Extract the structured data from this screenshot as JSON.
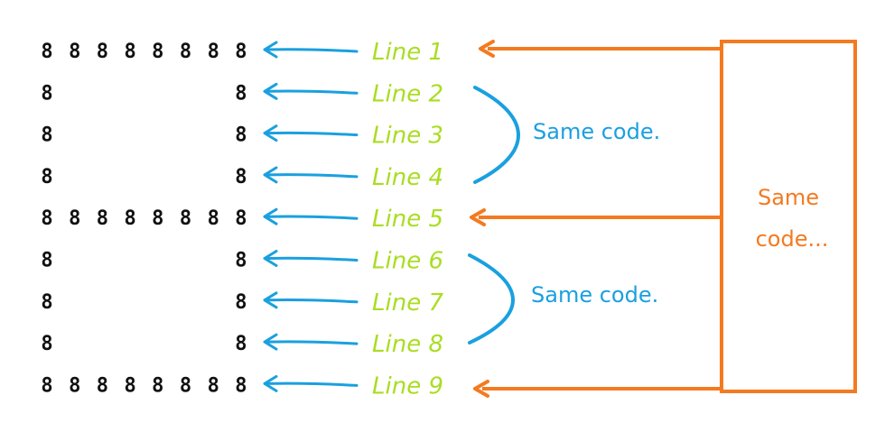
{
  "digit": "8",
  "pattern": [
    {
      "line": "Line 1",
      "cells": "11111111"
    },
    {
      "line": "Line 2",
      "cells": "10000001"
    },
    {
      "line": "Line 3",
      "cells": "10000001"
    },
    {
      "line": "Line 4",
      "cells": "10000001"
    },
    {
      "line": "Line 5",
      "cells": "11111111"
    },
    {
      "line": "Line 6",
      "cells": "10000001"
    },
    {
      "line": "Line 7",
      "cells": "10000001"
    },
    {
      "line": "Line 8",
      "cells": "10000001"
    },
    {
      "line": "Line 9",
      "cells": "11111111"
    }
  ],
  "notes": {
    "same_code_upper": "Same code.",
    "same_code_lower": "Same code.",
    "box_line1": "Same",
    "box_line2": "code..."
  },
  "colors": {
    "digit": "#111111",
    "label": "#aadd22",
    "blue": "#1aa0e0",
    "orange": "#f47a20"
  }
}
